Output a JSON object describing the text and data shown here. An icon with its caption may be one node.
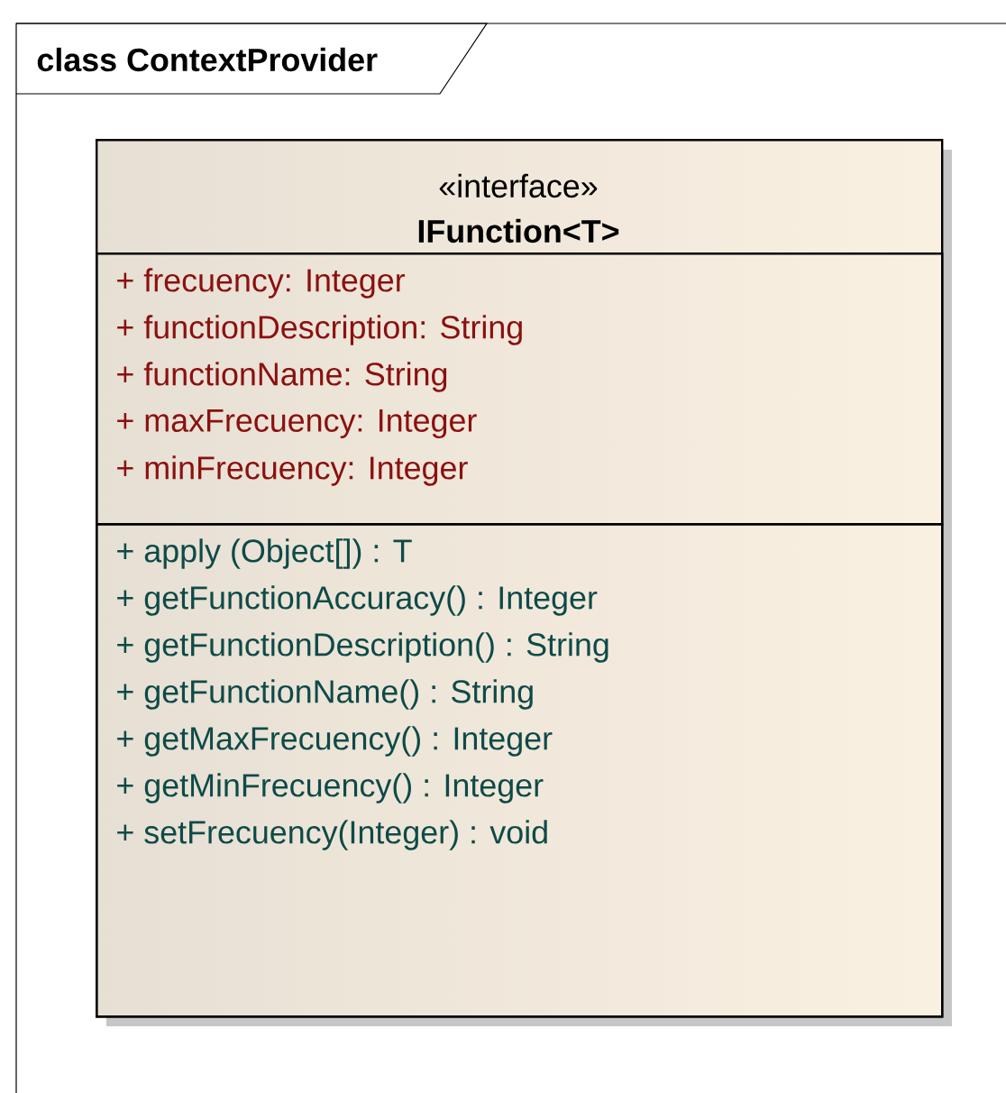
{
  "diagram": {
    "nodes": [
      {
        "text": [
          "class ContextProvider"
        ]
      },
      {
        "text": [
          "«interface»",
          "IFunction<T>"
        ],
        "in": 0
      },
      {
        "text": [
          "+ frecuency: Integer",
          "+ functionDescription: String",
          "+ functionName: String",
          "+ maxFrecuency: Integer",
          "+ minFrecuency: Integer"
        ],
        "in": 1
      },
      {
        "text": [
          "+ apply (Object[]) : T",
          "+ getFunctionAccuracy() : Integer",
          "+ getFunctionDescription() : String",
          "+ getFunctionName() : String",
          "+ getMaxFrecuency() : Integer",
          "+ getMinFrecuency() : Integer",
          "+ setFrecuency(Integer) : void"
        ],
        "in": 1
      }
    ]
  }
}
